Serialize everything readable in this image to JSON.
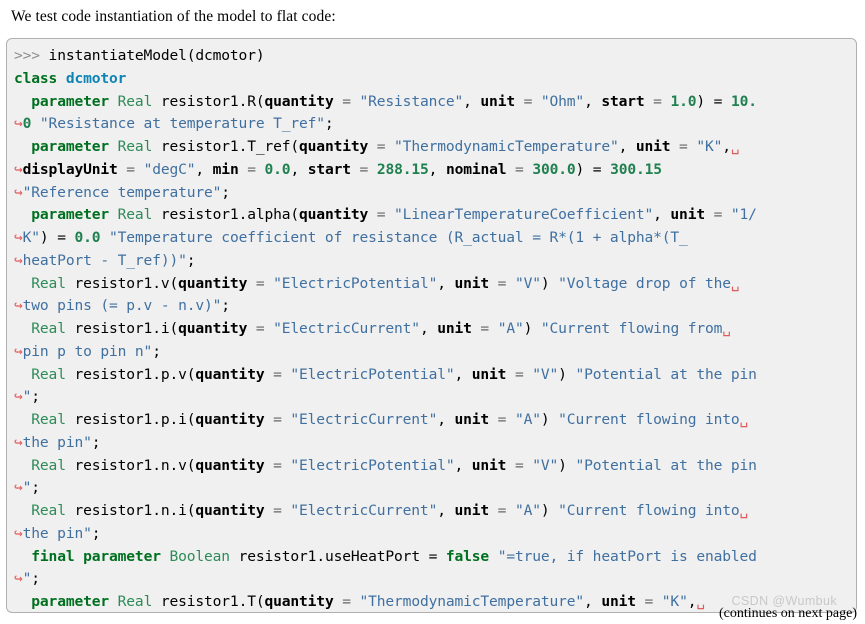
{
  "intro": {
    "text": "We test code instantiation of the model to flat code:"
  },
  "footer": {
    "continues_note": "(continues on next page)",
    "watermark": "CSDN @Wumbuk"
  },
  "code_block": {
    "language": "modelica-session",
    "background_color": "#f0f0f0",
    "border_color": "#b0b0b0",
    "colors": {
      "prompt": "#8f8f8f",
      "keyword": "#007020",
      "type": "#2e8b57",
      "class_name": "#0e84b5",
      "string": "#4070a0",
      "number": "#208050",
      "attribute": "#000000",
      "operator": "#666666",
      "continuation_arrow": "#e05c5c",
      "space_marker": "#e05c5c"
    },
    "continuation_arrow_glyph": "↪",
    "space_marker_glyph": "␣",
    "lines": [
      [
        {
          "t": ">>>",
          "c": "prompt"
        },
        {
          "t": " instantiateModel(dcmotor)",
          "c": "plain"
        }
      ],
      [
        {
          "t": "class",
          "c": "kw"
        },
        {
          "t": " ",
          "c": "plain"
        },
        {
          "t": "dcmotor",
          "c": "name"
        }
      ],
      [
        {
          "t": "  ",
          "c": "plain"
        },
        {
          "t": "parameter",
          "c": "kw"
        },
        {
          "t": " ",
          "c": "plain"
        },
        {
          "t": "Real",
          "c": "type"
        },
        {
          "t": " resistor1.R(",
          "c": "plain"
        },
        {
          "t": "quantity",
          "c": "attr"
        },
        {
          "t": " = ",
          "c": "op"
        },
        {
          "t": "\"Resistance\"",
          "c": "str"
        },
        {
          "t": ", ",
          "c": "plain"
        },
        {
          "t": "unit",
          "c": "attr"
        },
        {
          "t": " = ",
          "c": "op"
        },
        {
          "t": "\"Ohm\"",
          "c": "str"
        },
        {
          "t": ", ",
          "c": "plain"
        },
        {
          "t": "start",
          "c": "attr"
        },
        {
          "t": " = ",
          "c": "op"
        },
        {
          "t": "1.0",
          "c": "num"
        },
        {
          "t": ") = ",
          "c": "plain"
        },
        {
          "t": "10.",
          "c": "num"
        }
      ],
      [
        {
          "t": "↪",
          "c": "cont"
        },
        {
          "t": "0",
          "c": "num"
        },
        {
          "t": " ",
          "c": "plain"
        },
        {
          "t": "\"Resistance at temperature T_ref\"",
          "c": "str"
        },
        {
          "t": ";",
          "c": "plain"
        }
      ],
      [
        {
          "t": "  ",
          "c": "plain"
        },
        {
          "t": "parameter",
          "c": "kw"
        },
        {
          "t": " ",
          "c": "plain"
        },
        {
          "t": "Real",
          "c": "type"
        },
        {
          "t": " resistor1.T_ref(",
          "c": "plain"
        },
        {
          "t": "quantity",
          "c": "attr"
        },
        {
          "t": " = ",
          "c": "op"
        },
        {
          "t": "\"ThermodynamicTemperature\"",
          "c": "str"
        },
        {
          "t": ", ",
          "c": "plain"
        },
        {
          "t": "unit",
          "c": "attr"
        },
        {
          "t": " = ",
          "c": "op"
        },
        {
          "t": "\"K\"",
          "c": "str"
        },
        {
          "t": ",",
          "c": "plain"
        },
        {
          "t": "␣",
          "c": "space"
        }
      ],
      [
        {
          "t": "↪",
          "c": "cont"
        },
        {
          "t": "displayUnit",
          "c": "attr"
        },
        {
          "t": " = ",
          "c": "op"
        },
        {
          "t": "\"degC\"",
          "c": "str"
        },
        {
          "t": ", ",
          "c": "plain"
        },
        {
          "t": "min",
          "c": "attr"
        },
        {
          "t": " = ",
          "c": "op"
        },
        {
          "t": "0.0",
          "c": "num"
        },
        {
          "t": ", ",
          "c": "plain"
        },
        {
          "t": "start",
          "c": "attr"
        },
        {
          "t": " = ",
          "c": "op"
        },
        {
          "t": "288.15",
          "c": "num"
        },
        {
          "t": ", ",
          "c": "plain"
        },
        {
          "t": "nominal",
          "c": "attr"
        },
        {
          "t": " = ",
          "c": "op"
        },
        {
          "t": "300.0",
          "c": "num"
        },
        {
          "t": ") = ",
          "c": "plain"
        },
        {
          "t": "300.15",
          "c": "num"
        }
      ],
      [
        {
          "t": "↪",
          "c": "cont"
        },
        {
          "t": "\"Reference temperature\"",
          "c": "str"
        },
        {
          "t": ";",
          "c": "plain"
        }
      ],
      [
        {
          "t": "  ",
          "c": "plain"
        },
        {
          "t": "parameter",
          "c": "kw"
        },
        {
          "t": " ",
          "c": "plain"
        },
        {
          "t": "Real",
          "c": "type"
        },
        {
          "t": " resistor1.alpha(",
          "c": "plain"
        },
        {
          "t": "quantity",
          "c": "attr"
        },
        {
          "t": " = ",
          "c": "op"
        },
        {
          "t": "\"LinearTemperatureCoefficient\"",
          "c": "str"
        },
        {
          "t": ", ",
          "c": "plain"
        },
        {
          "t": "unit",
          "c": "attr"
        },
        {
          "t": " = ",
          "c": "op"
        },
        {
          "t": "\"1/",
          "c": "str"
        }
      ],
      [
        {
          "t": "↪",
          "c": "cont"
        },
        {
          "t": "K\"",
          "c": "str"
        },
        {
          "t": ") = ",
          "c": "plain"
        },
        {
          "t": "0.0",
          "c": "num"
        },
        {
          "t": " ",
          "c": "plain"
        },
        {
          "t": "\"Temperature coefficient of resistance (R_actual = R*(1 + alpha*(T_",
          "c": "str"
        }
      ],
      [
        {
          "t": "↪",
          "c": "cont"
        },
        {
          "t": "heatPort - T_ref))\"",
          "c": "str"
        },
        {
          "t": ";",
          "c": "plain"
        }
      ],
      [
        {
          "t": "  ",
          "c": "plain"
        },
        {
          "t": "Real",
          "c": "type"
        },
        {
          "t": " resistor1.v(",
          "c": "plain"
        },
        {
          "t": "quantity",
          "c": "attr"
        },
        {
          "t": " = ",
          "c": "op"
        },
        {
          "t": "\"ElectricPotential\"",
          "c": "str"
        },
        {
          "t": ", ",
          "c": "plain"
        },
        {
          "t": "unit",
          "c": "attr"
        },
        {
          "t": " = ",
          "c": "op"
        },
        {
          "t": "\"V\"",
          "c": "str"
        },
        {
          "t": ") ",
          "c": "plain"
        },
        {
          "t": "\"Voltage drop of the",
          "c": "str"
        },
        {
          "t": "␣",
          "c": "space"
        }
      ],
      [
        {
          "t": "↪",
          "c": "cont"
        },
        {
          "t": "two pins (= p.v - n.v)\"",
          "c": "str"
        },
        {
          "t": ";",
          "c": "plain"
        }
      ],
      [
        {
          "t": "  ",
          "c": "plain"
        },
        {
          "t": "Real",
          "c": "type"
        },
        {
          "t": " resistor1.i(",
          "c": "plain"
        },
        {
          "t": "quantity",
          "c": "attr"
        },
        {
          "t": " = ",
          "c": "op"
        },
        {
          "t": "\"ElectricCurrent\"",
          "c": "str"
        },
        {
          "t": ", ",
          "c": "plain"
        },
        {
          "t": "unit",
          "c": "attr"
        },
        {
          "t": " = ",
          "c": "op"
        },
        {
          "t": "\"A\"",
          "c": "str"
        },
        {
          "t": ") ",
          "c": "plain"
        },
        {
          "t": "\"Current flowing from",
          "c": "str"
        },
        {
          "t": "␣",
          "c": "space"
        }
      ],
      [
        {
          "t": "↪",
          "c": "cont"
        },
        {
          "t": "pin p to pin n\"",
          "c": "str"
        },
        {
          "t": ";",
          "c": "plain"
        }
      ],
      [
        {
          "t": "  ",
          "c": "plain"
        },
        {
          "t": "Real",
          "c": "type"
        },
        {
          "t": " resistor1.p.v(",
          "c": "plain"
        },
        {
          "t": "quantity",
          "c": "attr"
        },
        {
          "t": " = ",
          "c": "op"
        },
        {
          "t": "\"ElectricPotential\"",
          "c": "str"
        },
        {
          "t": ", ",
          "c": "plain"
        },
        {
          "t": "unit",
          "c": "attr"
        },
        {
          "t": " = ",
          "c": "op"
        },
        {
          "t": "\"V\"",
          "c": "str"
        },
        {
          "t": ") ",
          "c": "plain"
        },
        {
          "t": "\"Potential at the pin",
          "c": "str"
        }
      ],
      [
        {
          "t": "↪",
          "c": "cont"
        },
        {
          "t": "\"",
          "c": "str"
        },
        {
          "t": ";",
          "c": "plain"
        }
      ],
      [
        {
          "t": "  ",
          "c": "plain"
        },
        {
          "t": "Real",
          "c": "type"
        },
        {
          "t": " resistor1.p.i(",
          "c": "plain"
        },
        {
          "t": "quantity",
          "c": "attr"
        },
        {
          "t": " = ",
          "c": "op"
        },
        {
          "t": "\"ElectricCurrent\"",
          "c": "str"
        },
        {
          "t": ", ",
          "c": "plain"
        },
        {
          "t": "unit",
          "c": "attr"
        },
        {
          "t": " = ",
          "c": "op"
        },
        {
          "t": "\"A\"",
          "c": "str"
        },
        {
          "t": ") ",
          "c": "plain"
        },
        {
          "t": "\"Current flowing into",
          "c": "str"
        },
        {
          "t": "␣",
          "c": "space"
        }
      ],
      [
        {
          "t": "↪",
          "c": "cont"
        },
        {
          "t": "the pin\"",
          "c": "str"
        },
        {
          "t": ";",
          "c": "plain"
        }
      ],
      [
        {
          "t": "  ",
          "c": "plain"
        },
        {
          "t": "Real",
          "c": "type"
        },
        {
          "t": " resistor1.n.v(",
          "c": "plain"
        },
        {
          "t": "quantity",
          "c": "attr"
        },
        {
          "t": " = ",
          "c": "op"
        },
        {
          "t": "\"ElectricPotential\"",
          "c": "str"
        },
        {
          "t": ", ",
          "c": "plain"
        },
        {
          "t": "unit",
          "c": "attr"
        },
        {
          "t": " = ",
          "c": "op"
        },
        {
          "t": "\"V\"",
          "c": "str"
        },
        {
          "t": ") ",
          "c": "plain"
        },
        {
          "t": "\"Potential at the pin",
          "c": "str"
        }
      ],
      [
        {
          "t": "↪",
          "c": "cont"
        },
        {
          "t": "\"",
          "c": "str"
        },
        {
          "t": ";",
          "c": "plain"
        }
      ],
      [
        {
          "t": "  ",
          "c": "plain"
        },
        {
          "t": "Real",
          "c": "type"
        },
        {
          "t": " resistor1.n.i(",
          "c": "plain"
        },
        {
          "t": "quantity",
          "c": "attr"
        },
        {
          "t": " = ",
          "c": "op"
        },
        {
          "t": "\"ElectricCurrent\"",
          "c": "str"
        },
        {
          "t": ", ",
          "c": "plain"
        },
        {
          "t": "unit",
          "c": "attr"
        },
        {
          "t": " = ",
          "c": "op"
        },
        {
          "t": "\"A\"",
          "c": "str"
        },
        {
          "t": ") ",
          "c": "plain"
        },
        {
          "t": "\"Current flowing into",
          "c": "str"
        },
        {
          "t": "␣",
          "c": "space"
        }
      ],
      [
        {
          "t": "↪",
          "c": "cont"
        },
        {
          "t": "the pin\"",
          "c": "str"
        },
        {
          "t": ";",
          "c": "plain"
        }
      ],
      [
        {
          "t": "  ",
          "c": "plain"
        },
        {
          "t": "final",
          "c": "kw"
        },
        {
          "t": " ",
          "c": "plain"
        },
        {
          "t": "parameter",
          "c": "kw"
        },
        {
          "t": " ",
          "c": "plain"
        },
        {
          "t": "Boolean",
          "c": "type"
        },
        {
          "t": " resistor1.useHeatPort = ",
          "c": "plain"
        },
        {
          "t": "false",
          "c": "kw"
        },
        {
          "t": " ",
          "c": "plain"
        },
        {
          "t": "\"=true, if heatPort is enabled",
          "c": "str"
        }
      ],
      [
        {
          "t": "↪",
          "c": "cont"
        },
        {
          "t": "\"",
          "c": "str"
        },
        {
          "t": ";",
          "c": "plain"
        }
      ],
      [
        {
          "t": "  ",
          "c": "plain"
        },
        {
          "t": "parameter",
          "c": "kw"
        },
        {
          "t": " ",
          "c": "plain"
        },
        {
          "t": "Real",
          "c": "type"
        },
        {
          "t": " resistor1.T(",
          "c": "plain"
        },
        {
          "t": "quantity",
          "c": "attr"
        },
        {
          "t": " = ",
          "c": "op"
        },
        {
          "t": "\"ThermodynamicTemperature\"",
          "c": "str"
        },
        {
          "t": ", ",
          "c": "plain"
        },
        {
          "t": "unit",
          "c": "attr"
        },
        {
          "t": " = ",
          "c": "op"
        },
        {
          "t": "\"K\"",
          "c": "str"
        },
        {
          "t": ",",
          "c": "plain"
        },
        {
          "t": "␣",
          "c": "space"
        }
      ]
    ]
  }
}
